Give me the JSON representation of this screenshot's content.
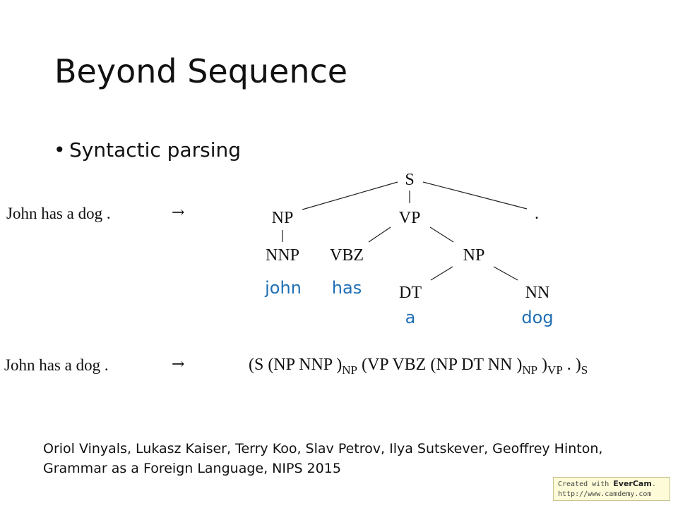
{
  "slide": {
    "title": "Beyond Sequence",
    "bullet": "Syntactic parsing"
  },
  "example_top": {
    "sentence": "John has a dog .",
    "arrow": "→"
  },
  "example_bottom": {
    "sentence": "John has a dog .",
    "arrow": "→"
  },
  "tree": {
    "nodes": {
      "S": "S",
      "NP1": "NP",
      "VP": "VP",
      "PERIOD": ".",
      "NNP": "NNP",
      "VBZ": "VBZ",
      "NP2": "NP",
      "DT": "DT",
      "NN": "NN"
    },
    "words": {
      "john": "john",
      "has": "has",
      "a": "a",
      "dog": "dog"
    },
    "word_color": "#1f6fb5"
  },
  "linearized": {
    "p1": "(S (NP NNP )",
    "s1": "NP",
    "p2": " (VP VBZ (NP DT NN )",
    "s2": "NP",
    "p3": " )",
    "s3": "VP",
    "p4": " . )",
    "s4": "S"
  },
  "citation": {
    "line1": "Oriol Vinyals, Lukasz Kaiser, Terry Koo, Slav Petrov, Ilya Sutskever, Geoffrey Hinton,",
    "line2": "Grammar as a Foreign Language, NIPS 2015"
  },
  "watermark": {
    "prefix": "Created with ",
    "brand": "EverCam",
    "suffix": ".",
    "url": "http://www.camdemy.com"
  }
}
